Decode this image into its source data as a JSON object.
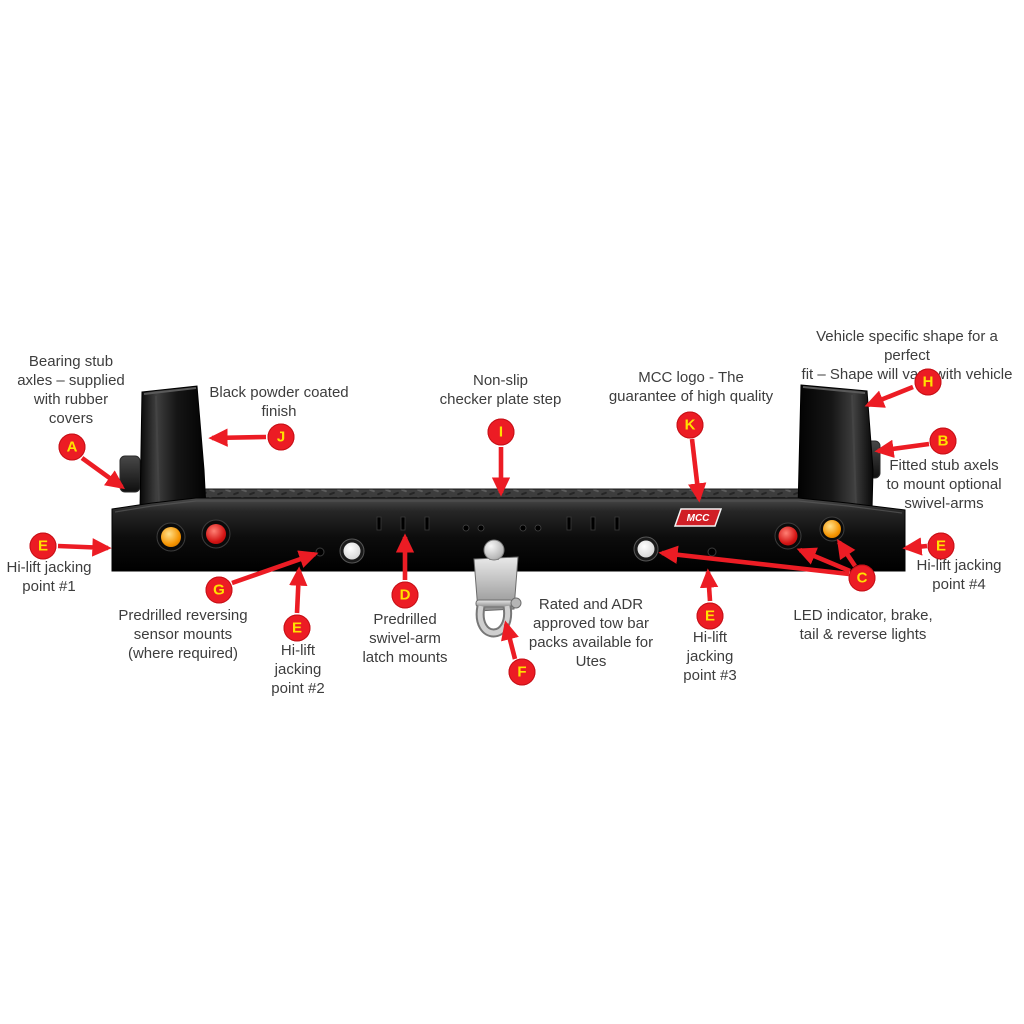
{
  "colors": {
    "callout_red": "#ec1c24",
    "callout_letter": "#ffe100",
    "arrow": "#ec1c24",
    "text": "#3d3d3d"
  },
  "logo": {
    "text": "MCC"
  },
  "callouts": [
    {
      "letter": "A",
      "label": "Bearing stub\naxles – supplied\nwith rubber\ncovers"
    },
    {
      "letter": "J",
      "label": "Black powder coated\nfinish"
    },
    {
      "letter": "I",
      "label": "Non-slip\nchecker plate step"
    },
    {
      "letter": "K",
      "label": "MCC logo - The\nguarantee of high quality"
    },
    {
      "letter": "H",
      "label": "Vehicle specific shape for a perfect\nfit – Shape will vary with vehicle"
    },
    {
      "letter": "B",
      "label": "Fitted stub axels\nto mount optional\nswivel-arms"
    },
    {
      "letter": "E",
      "label": "Hi-lift jacking\npoint #1"
    },
    {
      "letter": "G",
      "label": "Predrilled reversing\nsensor mounts\n(where required)"
    },
    {
      "letter": "E",
      "label": "Hi-lift\njacking\npoint #2"
    },
    {
      "letter": "D",
      "label": "Predrilled\nswivel-arm\nlatch mounts"
    },
    {
      "letter": "F",
      "label": "Rated and ADR\napproved tow bar\npacks available for\nUtes"
    },
    {
      "letter": "E",
      "label": "Hi-lift\njacking\npoint #3"
    },
    {
      "letter": "C",
      "label": "LED indicator, brake,\ntail & reverse lights"
    },
    {
      "letter": "E",
      "label": "Hi-lift jacking\npoint #4"
    }
  ]
}
